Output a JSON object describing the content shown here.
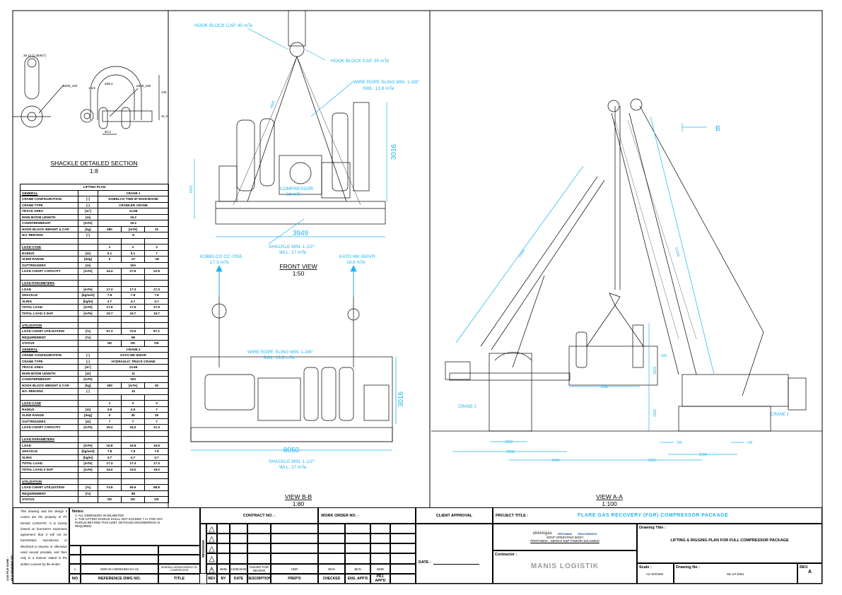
{
  "shackle": {
    "title": "SHACKLE DETAILED SECTION",
    "scale": "1:8",
    "dim_pin": "39.12 [1.35/64\"]",
    "dim_dia_left": "ø209_150",
    "dim_dia_right": "ø209_150",
    "dim_inner": "ø38.4",
    "size": "1 1/2",
    "dim_width": "60.3",
    "dim_height": "146",
    "dim_pin2": "41.3"
  },
  "lifting_plan": {
    "title": "LIFTING PLAN",
    "crane1": [
      {
        "label": "GENERAL",
        "unit": "",
        "v": [
          "CRANE 1"
        ],
        "u": 1
      },
      {
        "label": "CRANE CONFIGURATION",
        "unit": "[-]",
        "v": [
          "KOBELCO 7055-3F MAIN BOOM"
        ]
      },
      {
        "label": "CRANE TYPE",
        "unit": "[-]",
        "v": [
          "CRAWLER CRANE"
        ]
      },
      {
        "label": "TRACK AREA",
        "unit": "[m²]",
        "v": [
          "12.88"
        ]
      },
      {
        "label": "MAIN BOOM LENGTH",
        "unit": "[m]",
        "v": [
          "15.2"
        ]
      },
      {
        "label": "COUNTERWEIGHT",
        "unit": "[mTe]",
        "v": [
          "19.2"
        ]
      },
      {
        "label": "HOOK BLOCK WEIGHT & CAP.",
        "unit": "[kg]",
        "v": [
          "580",
          "[mTe]",
          "32"
        ]
      },
      {
        "label": "NO. REEVING",
        "unit": "[-]",
        "v": [
          "8"
        ]
      },
      {
        "label": "",
        "unit": "",
        "v": [
          "",
          "",
          ""
        ]
      },
      {
        "label": "LOAD CASE",
        "unit": "",
        "v": [
          "1",
          "2",
          "3"
        ],
        "u": 1
      },
      {
        "label": "RADIUS",
        "unit": "[m]",
        "v": [
          "5.1",
          "6.1",
          "7"
        ]
      },
      {
        "label": "SLEW RANGE",
        "unit": "[deg]",
        "v": [
          "0",
          "-27",
          "-18"
        ]
      },
      {
        "label": "OUTTRIGGERS",
        "unit": "[m]",
        "v": [
          "N/A"
        ]
      },
      {
        "label": "LOAD CHART CAPACITY",
        "unit": "[mTe]",
        "v": [
          "34.4",
          "27.9",
          "22.8"
        ]
      },
      {
        "label": "",
        "unit": "",
        "v": [
          "",
          "",
          ""
        ]
      },
      {
        "label": "LOAD PARAMETERS",
        "unit": "",
        "v": [
          "",
          "",
          ""
        ],
        "u": 1
      },
      {
        "label": "LOAD",
        "unit": "[mTe]",
        "v": [
          "17.3",
          "17.3",
          "17.3"
        ]
      },
      {
        "label": "SHACKLE",
        "unit": "[kg/unit]",
        "v": [
          "7.8",
          "7.8",
          "7.8"
        ]
      },
      {
        "label": "SLING",
        "unit": "[kg/m]",
        "v": [
          "4.7",
          "4.7",
          "4.7"
        ]
      },
      {
        "label": "TOTAL LOAD",
        "unit": "[mTe]",
        "v": [
          "17.9",
          "17.9",
          "17.9"
        ]
      },
      {
        "label": "TOTAL LOAD X DAF",
        "unit": "[mTe]",
        "v": [
          "19.7",
          "19.7",
          "19.7"
        ]
      },
      {
        "label": "",
        "unit": "",
        "v": [
          "",
          "",
          ""
        ]
      },
      {
        "label": "UTILIZATION",
        "unit": "",
        "v": [
          "",
          "",
          ""
        ],
        "u": 1
      },
      {
        "label": "LOAD CHART UTILIZATION",
        "unit": "[%]",
        "v": [
          "57.3",
          "70.5",
          "87.1"
        ]
      },
      {
        "label": "REQUIREMENT",
        "unit": "[%]",
        "v": [
          "85"
        ]
      },
      {
        "label": "STATUS",
        "unit": "",
        "v": [
          "OK",
          "OK",
          "OK"
        ]
      }
    ],
    "crane2": [
      {
        "label": "GENERAL",
        "unit": "",
        "v": [
          "CRANE 2"
        ],
        "u": 1
      },
      {
        "label": "CRANE CONFIGURATION",
        "unit": "[-]",
        "v": [
          "KATO MK-550VR"
        ]
      },
      {
        "label": "CRANE TYPE",
        "unit": "[-]",
        "v": [
          "HYDRAULIC TRUCK CRANE"
        ]
      },
      {
        "label": "TRACK AREA",
        "unit": "[m²]",
        "v": [
          "13.66"
        ]
      },
      {
        "label": "MAIN BOOM LENGTH",
        "unit": "[m]",
        "v": [
          "11"
        ]
      },
      {
        "label": "COUNTERWEIGHT",
        "unit": "[mTe]",
        "v": [
          "N/A"
        ]
      },
      {
        "label": "HOOK BLOCK WEIGHT & CAP.",
        "unit": "[kg]",
        "v": [
          "450",
          "[mTe]",
          "40"
        ]
      },
      {
        "label": "NO. REEVING",
        "unit": "[-]",
        "v": [
          "10"
        ]
      },
      {
        "label": "",
        "unit": "",
        "v": [
          "",
          "",
          ""
        ]
      },
      {
        "label": "LOAD CASE",
        "unit": "",
        "v": [
          "1",
          "2",
          "3"
        ],
        "u": 1
      },
      {
        "label": "RADIUS",
        "unit": "[m]",
        "v": [
          "3.8",
          "4.5",
          "7"
        ]
      },
      {
        "label": "SLEW RANGE",
        "unit": "[deg]",
        "v": [
          "0",
          "35",
          "29"
        ]
      },
      {
        "label": "OUTTRIGGERS",
        "unit": "[m]",
        "v": [
          "7",
          "7",
          "7"
        ]
      },
      {
        "label": "LOAD CHART CAPACITY",
        "unit": "[mTe]",
        "v": [
          "25.4",
          "34.2",
          "21.4"
        ]
      },
      {
        "label": "",
        "unit": "",
        "v": [
          "",
          "",
          ""
        ]
      },
      {
        "label": "LOAD PARAMETERS",
        "unit": "",
        "v": [
          "",
          "",
          ""
        ],
        "u": 1
      },
      {
        "label": "LOAD",
        "unit": "[mTe]",
        "v": [
          "16.8",
          "16.8",
          "16.8"
        ]
      },
      {
        "label": "SHACKLE",
        "unit": "[kg/unit]",
        "v": [
          "7.8",
          "7.8",
          "7.8"
        ]
      },
      {
        "label": "SLING",
        "unit": "[kg/m]",
        "v": [
          "4.7",
          "4.7",
          "4.7"
        ]
      },
      {
        "label": "TOTAL LOAD",
        "unit": "[mTe]",
        "v": [
          "17.3",
          "17.3",
          "17.3"
        ]
      },
      {
        "label": "TOTAL LOAD X DAF",
        "unit": "[mTe]",
        "v": [
          "19.0",
          "19.0",
          "19.0"
        ]
      },
      {
        "label": "",
        "unit": "",
        "v": [
          "",
          "",
          ""
        ]
      },
      {
        "label": "UTILIZATION",
        "unit": "",
        "v": [
          "",
          "",
          ""
        ],
        "u": 1
      },
      {
        "label": "LOAD CHART UTILIZATION",
        "unit": "[%]",
        "v": [
          "74.8",
          "55.6",
          "88.8"
        ]
      },
      {
        "label": "REQUIREMENT",
        "unit": "[%]",
        "v": [
          "85"
        ]
      },
      {
        "label": "STATUS",
        "unit": "",
        "v": [
          "OK",
          "OK",
          "OK"
        ]
      }
    ]
  },
  "front_view": {
    "title": "FRONT VIEW",
    "scale": "1:50",
    "hook40": "HOOK BLOCK CAP. 40 mTe",
    "hook35": "HOOK BLOCK CAP. 35 mTe",
    "wire": "WIRE ROPE SLING MIN. 1-3/8\"",
    "swl": "SWL. 13.8 mTe",
    "compressor": "COMPRESSOR",
    "compressor_wt": "34 mTe",
    "dim_w": "3949",
    "dim_h": "3016",
    "dim_l": "1501",
    "sling_len": "4800",
    "shackle": "SHACKLE MIN. 1-1/2\"",
    "wll": "WLL. 17 mTe"
  },
  "view_bb": {
    "title": "VIEW B-B",
    "scale": "1:80",
    "crane1": "KOBELCO CC-7055",
    "crane1_load": "17.3 mTe",
    "crane2": "KATO MK-550VR",
    "crane2_load": "16.8 mTe",
    "wire": "WIRE ROPE SLING MIN. 1-3/8\"",
    "swl": "SWL. 13.8 mTe",
    "dim_w": "8050",
    "dim_h": "3016",
    "shackle": "SHACKLE MIN. 1-1/2\"",
    "wll": "WLL. 17 mTe"
  },
  "view_aa": {
    "title": "VIEW A-A",
    "scale": "1:100",
    "section": "B",
    "crane2": "CRANE 2",
    "crane1": "CRANE 1",
    "d_boom2": "11000",
    "d_boom1": "15200",
    "d_skid": "3949",
    "d_520": "520",
    "d_3016": "3016",
    "d_1500": "1500",
    "d_2015": "2015",
    "d_7000": "7000",
    "d_5960": "5960",
    "d_5325": "5325",
    "d_730a": "730",
    "d_730b": "730",
    "d_3724": "3724"
  },
  "title_block": {
    "disclaimer": "This drawing and the design it covers are the property of PT MANIS LOGISTIK. It is merely loaned on borrower's expressed agreement that it will not be transmitted, reproduced or disclosed to anyone or otherwise used except privately and then only in a manner stated in the written consent by the lender",
    "side_labels": [
      "CAD FILE NAME :",
      "OLD DRAWING NO :"
    ],
    "notes_title": "Notes:",
    "notes": [
      "1.  ALL DIMENSION IN MILIMETER.",
      "2.  THE LIFTING RADIUS SHALL NOT EXCEED 7 m. FOR ANY RADIUS BEYOND THIS LIMIT, DETAILED ENGINEERING IS REQUIRED."
    ],
    "ref": {
      "no": "1",
      "dwg": "SMG-M-A3000G840-GA-01",
      "title": "GENERAL ARRANGEMENT OF COMPRESSOR"
    },
    "ref_headers": [
      "NO",
      "REFERENCE DWG NO.",
      "TITLE"
    ],
    "contract": "CONTRACT NO.  -",
    "work_order": "WORK ORDER NO.  -",
    "revisions_label": "REVISIONS",
    "rev": {
      "rev": "A",
      "by": "BMB",
      "date": "10/05/2025",
      "desc": "ISSUED FOR REVIEW",
      "prep": "HDR",
      "checked": "BHN",
      "eng": "BHN",
      "prj": "BMB"
    },
    "rev_headers": [
      "REV",
      "BY",
      "DATE",
      "DESCRIPTION",
      "PREP'D",
      "CHECKED",
      "ENG. APP'D",
      "PRJ. APP'D"
    ],
    "client_approval": "CLIENT APPROVAL",
    "date_label": "DATE :",
    "project_label": "PROJECT TITLE :",
    "project": "FLARE GAS RECOVERY (FGR) COMPRESSOR PACKAGE",
    "logos": [
      "skkmigas",
      "PERTAMINA",
      "PROCORESEVS"
    ],
    "job1": "JOINT OPERATING BODY",
    "job2": "PERTAMINA - MEDCO E&P TOMORI SULAWESI",
    "contractor_label": "Contractor :",
    "contractor": "MANIS LOGISTIK",
    "drawing_title_label": "Drawing Title :",
    "drawing_title": "LIFTING & RIGGING PLAN FOR FULL COMPRESSOR PACKAGE",
    "scale_label": "Scale :",
    "scale": "AS SHOWN",
    "drawing_no_label": "Drawing No :",
    "drawing_no": "ML-LP-0001",
    "rev_label": "REV.",
    "rev_value": "A"
  },
  "colors": {
    "dim": "#1fb4f0",
    "line": "#000000"
  }
}
